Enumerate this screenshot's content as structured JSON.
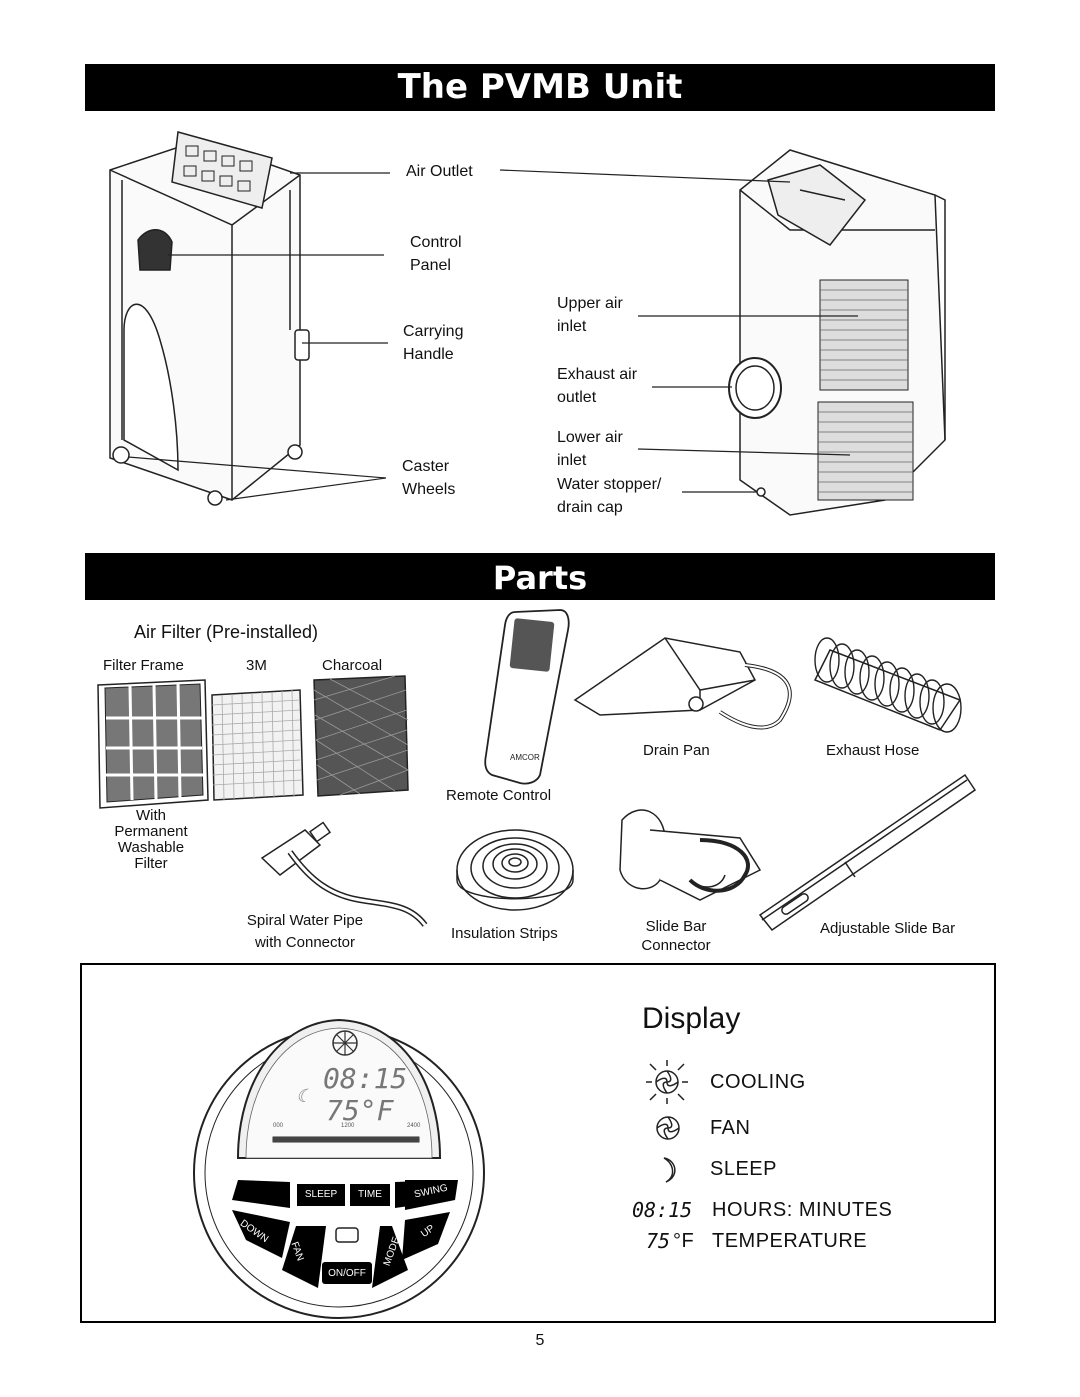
{
  "sections": {
    "unit_title": "The PVMB Unit",
    "parts_title": "Parts"
  },
  "unit_labels": {
    "air_outlet": "Air Outlet",
    "control_panel_1": "Control",
    "control_panel_2": "Panel",
    "carrying_handle_1": "Carrying",
    "carrying_handle_2": "Handle",
    "caster_wheels_1": "Caster",
    "caster_wheels_2": "Wheels",
    "upper_air_inlet_1": "Upper air",
    "upper_air_inlet_2": "inlet",
    "exhaust_air_outlet_1": "Exhaust air",
    "exhaust_air_outlet_2": "outlet",
    "lower_air_inlet_1": "Lower air",
    "lower_air_inlet_2": "inlet",
    "water_stopper_1": "Water stopper/",
    "water_stopper_2": "drain cap"
  },
  "parts": {
    "air_filter_heading": "Air Filter (Pre-installed)",
    "filter_frame": "Filter Frame",
    "filter_3m": "3M",
    "filter_charcoal": "Charcoal",
    "permanent_filter_1": "With",
    "permanent_filter_2": "Permanent",
    "permanent_filter_3": "Washable",
    "permanent_filter_4": "Filter",
    "remote_control": "Remote Control",
    "drain_pan": "Drain Pan",
    "exhaust_hose": "Exhaust Hose",
    "spiral_pipe_1": "Spiral Water Pipe",
    "spiral_pipe_2": "with Connector",
    "insulation_strips": "Insulation Strips",
    "slide_bar_connector_1": "Slide Bar",
    "slide_bar_connector_2": "Connector",
    "adjustable_slide_bar": "Adjustable Slide Bar",
    "remote_brand": "AMCOR"
  },
  "display": {
    "title": "Display",
    "lcd_time": "08:15",
    "lcd_temp": "75°F",
    "scale_start": "000",
    "scale_mid": "1200",
    "scale_end": "2400",
    "buttons": {
      "sleep": "SLEEP",
      "time": "TIME",
      "swing": "SWING",
      "down": "DOWN",
      "fan": "FAN",
      "mode": "MODE",
      "up": "UP",
      "on_off": "ON/OFF"
    },
    "legend": {
      "cooling": "COOLING",
      "fan": "FAN",
      "sleep": "SLEEP",
      "time_icon": "08:15",
      "hours_minutes": "HOURS: MINUTES",
      "temp_icon": "75",
      "temp_unit": "°F",
      "temperature": "TEMPERATURE"
    }
  },
  "page_number": "5"
}
